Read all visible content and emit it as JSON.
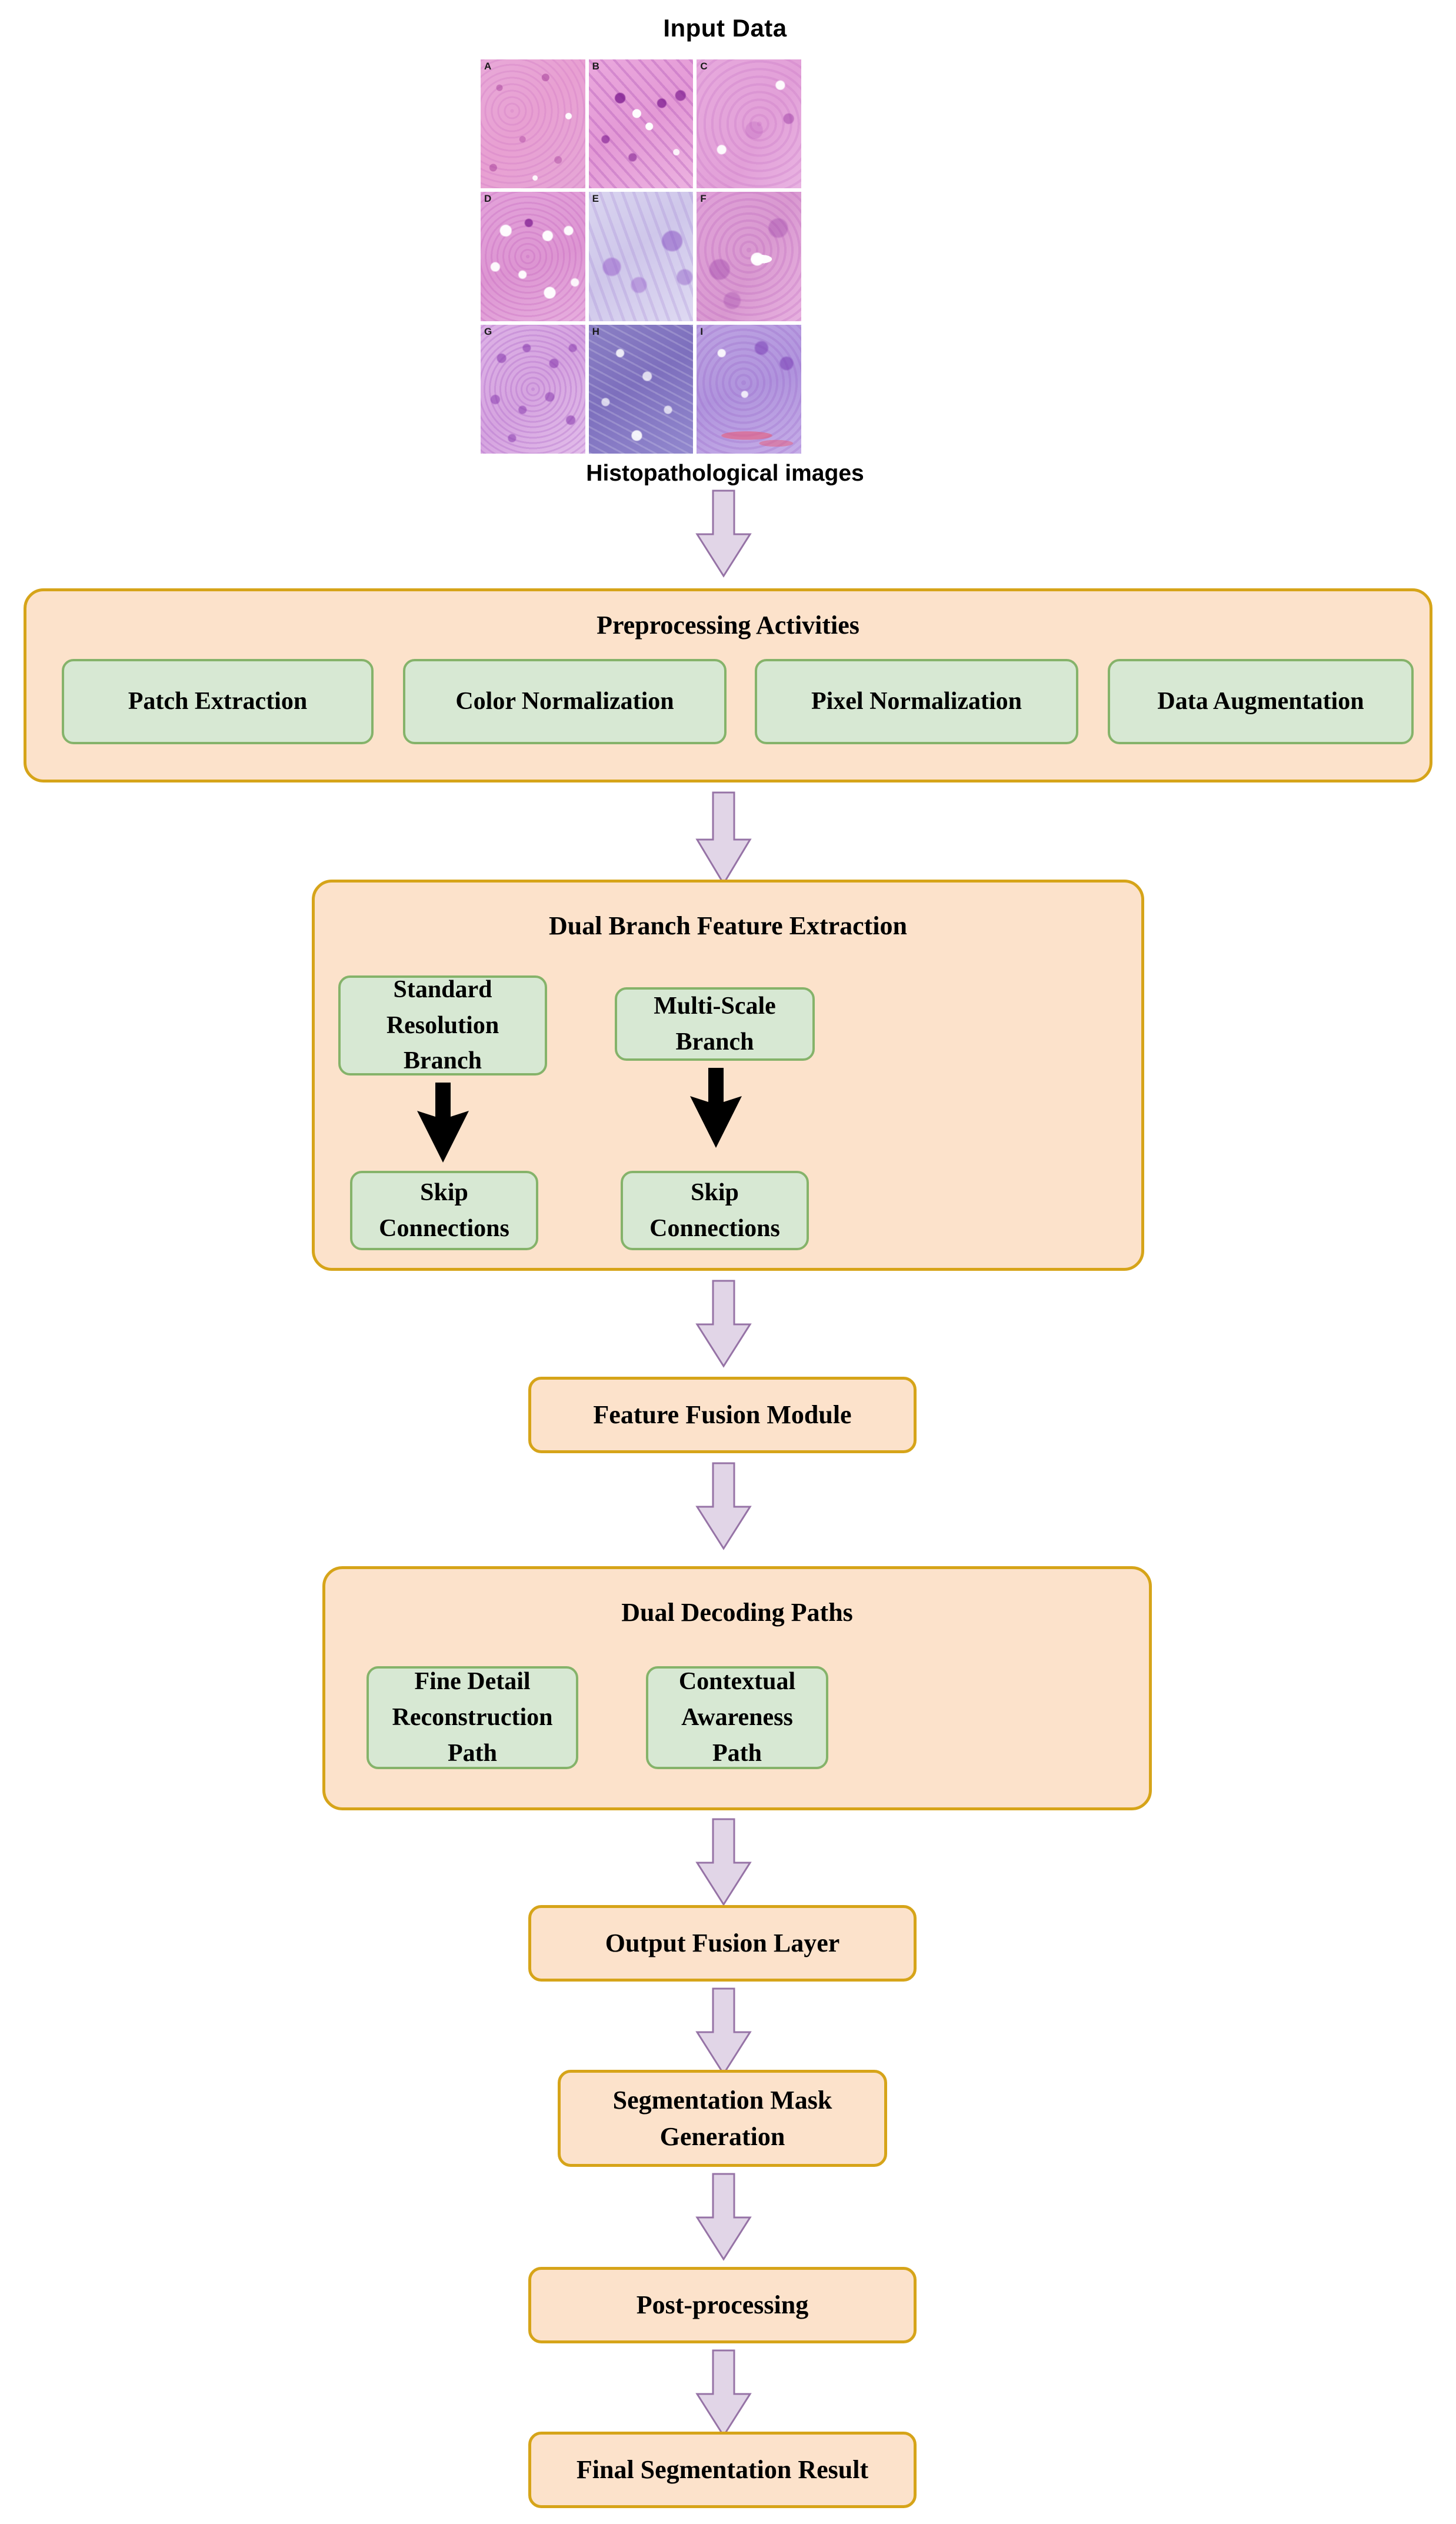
{
  "header": {
    "input_title": "Input Data",
    "grid_caption": "Histopathological images"
  },
  "image_grid": {
    "tiles": [
      {
        "label": "A"
      },
      {
        "label": "B"
      },
      {
        "label": "C"
      },
      {
        "label": "D"
      },
      {
        "label": "E"
      },
      {
        "label": "F"
      },
      {
        "label": "G"
      },
      {
        "label": "H"
      },
      {
        "label": "I"
      }
    ]
  },
  "preprocessing": {
    "title": "Preprocessing Activities",
    "items": [
      {
        "label": "Patch Extraction"
      },
      {
        "label": "Color Normalization"
      },
      {
        "label": "Pixel Normalization"
      },
      {
        "label": "Data Augmentation"
      }
    ]
  },
  "dual_branch": {
    "title": "Dual Branch Feature Extraction",
    "left_branch": "Standard Resolution Branch",
    "right_branch": "Multi-Scale Branch",
    "left_skip": "Skip Connections",
    "right_skip": "Skip Connections"
  },
  "fusion": {
    "label": "Feature Fusion Module"
  },
  "decoding": {
    "title": "Dual Decoding Paths",
    "left_path": "Fine Detail Reconstruction Path",
    "right_path": "Contextual Awareness Path"
  },
  "pipeline": {
    "output_fusion": "Output Fusion Layer",
    "mask_generation": "Segmentation Mask Generation",
    "post_processing": "Post-processing",
    "final_result": "Final Segmentation Result"
  },
  "colors": {
    "container_fill": "#fce2cb",
    "container_border": "#d6a419",
    "leaf_fill": "#d7e8d3",
    "leaf_border": "#85b36a",
    "arrow_fill": "#e1d5e7",
    "arrow_border": "#9673a6",
    "black_arrow": "#000000",
    "page_background": "#ffffff"
  }
}
